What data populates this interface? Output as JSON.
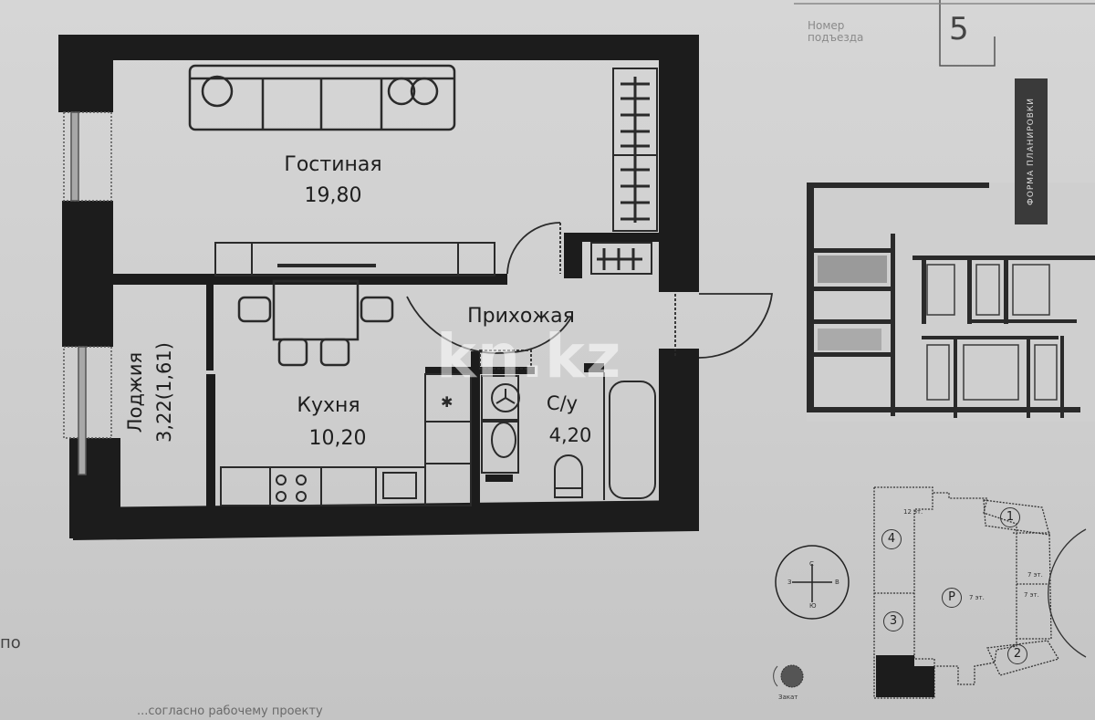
{
  "plan": {
    "rooms": [
      {
        "name": "Гостиная",
        "area": "19,80"
      },
      {
        "name": "Кухня",
        "area": "10,20"
      },
      {
        "name": "Прихожая",
        "area": ""
      },
      {
        "name": "С/у",
        "area": "4,20"
      },
      {
        "name": "Лоджия",
        "area": "3,22(1,61)"
      }
    ]
  },
  "header": {
    "entrance_label": "Номер\nподъезда",
    "entrance_number": "5",
    "vertical_tag": "ФОРМА ПЛАНИРОВКИ"
  },
  "site_plan": {
    "blocks": [
      "1",
      "2",
      "3",
      "4"
    ],
    "parking_symbol": "P",
    "floor_tags": [
      "12 эт.",
      "7 эт.",
      "7 эт.",
      "7 эт."
    ],
    "compass": {
      "n": "С",
      "s": "Ю",
      "w": "З",
      "e": "В"
    },
    "sun_label": "Закат"
  },
  "watermark": "kn.kz",
  "footer": {
    "note": "...согласно рабочему проекту",
    "edge_text": "по"
  },
  "colors": {
    "wall": "#1c1c1c",
    "paper": "#d3d3d3",
    "line": "#333333"
  }
}
